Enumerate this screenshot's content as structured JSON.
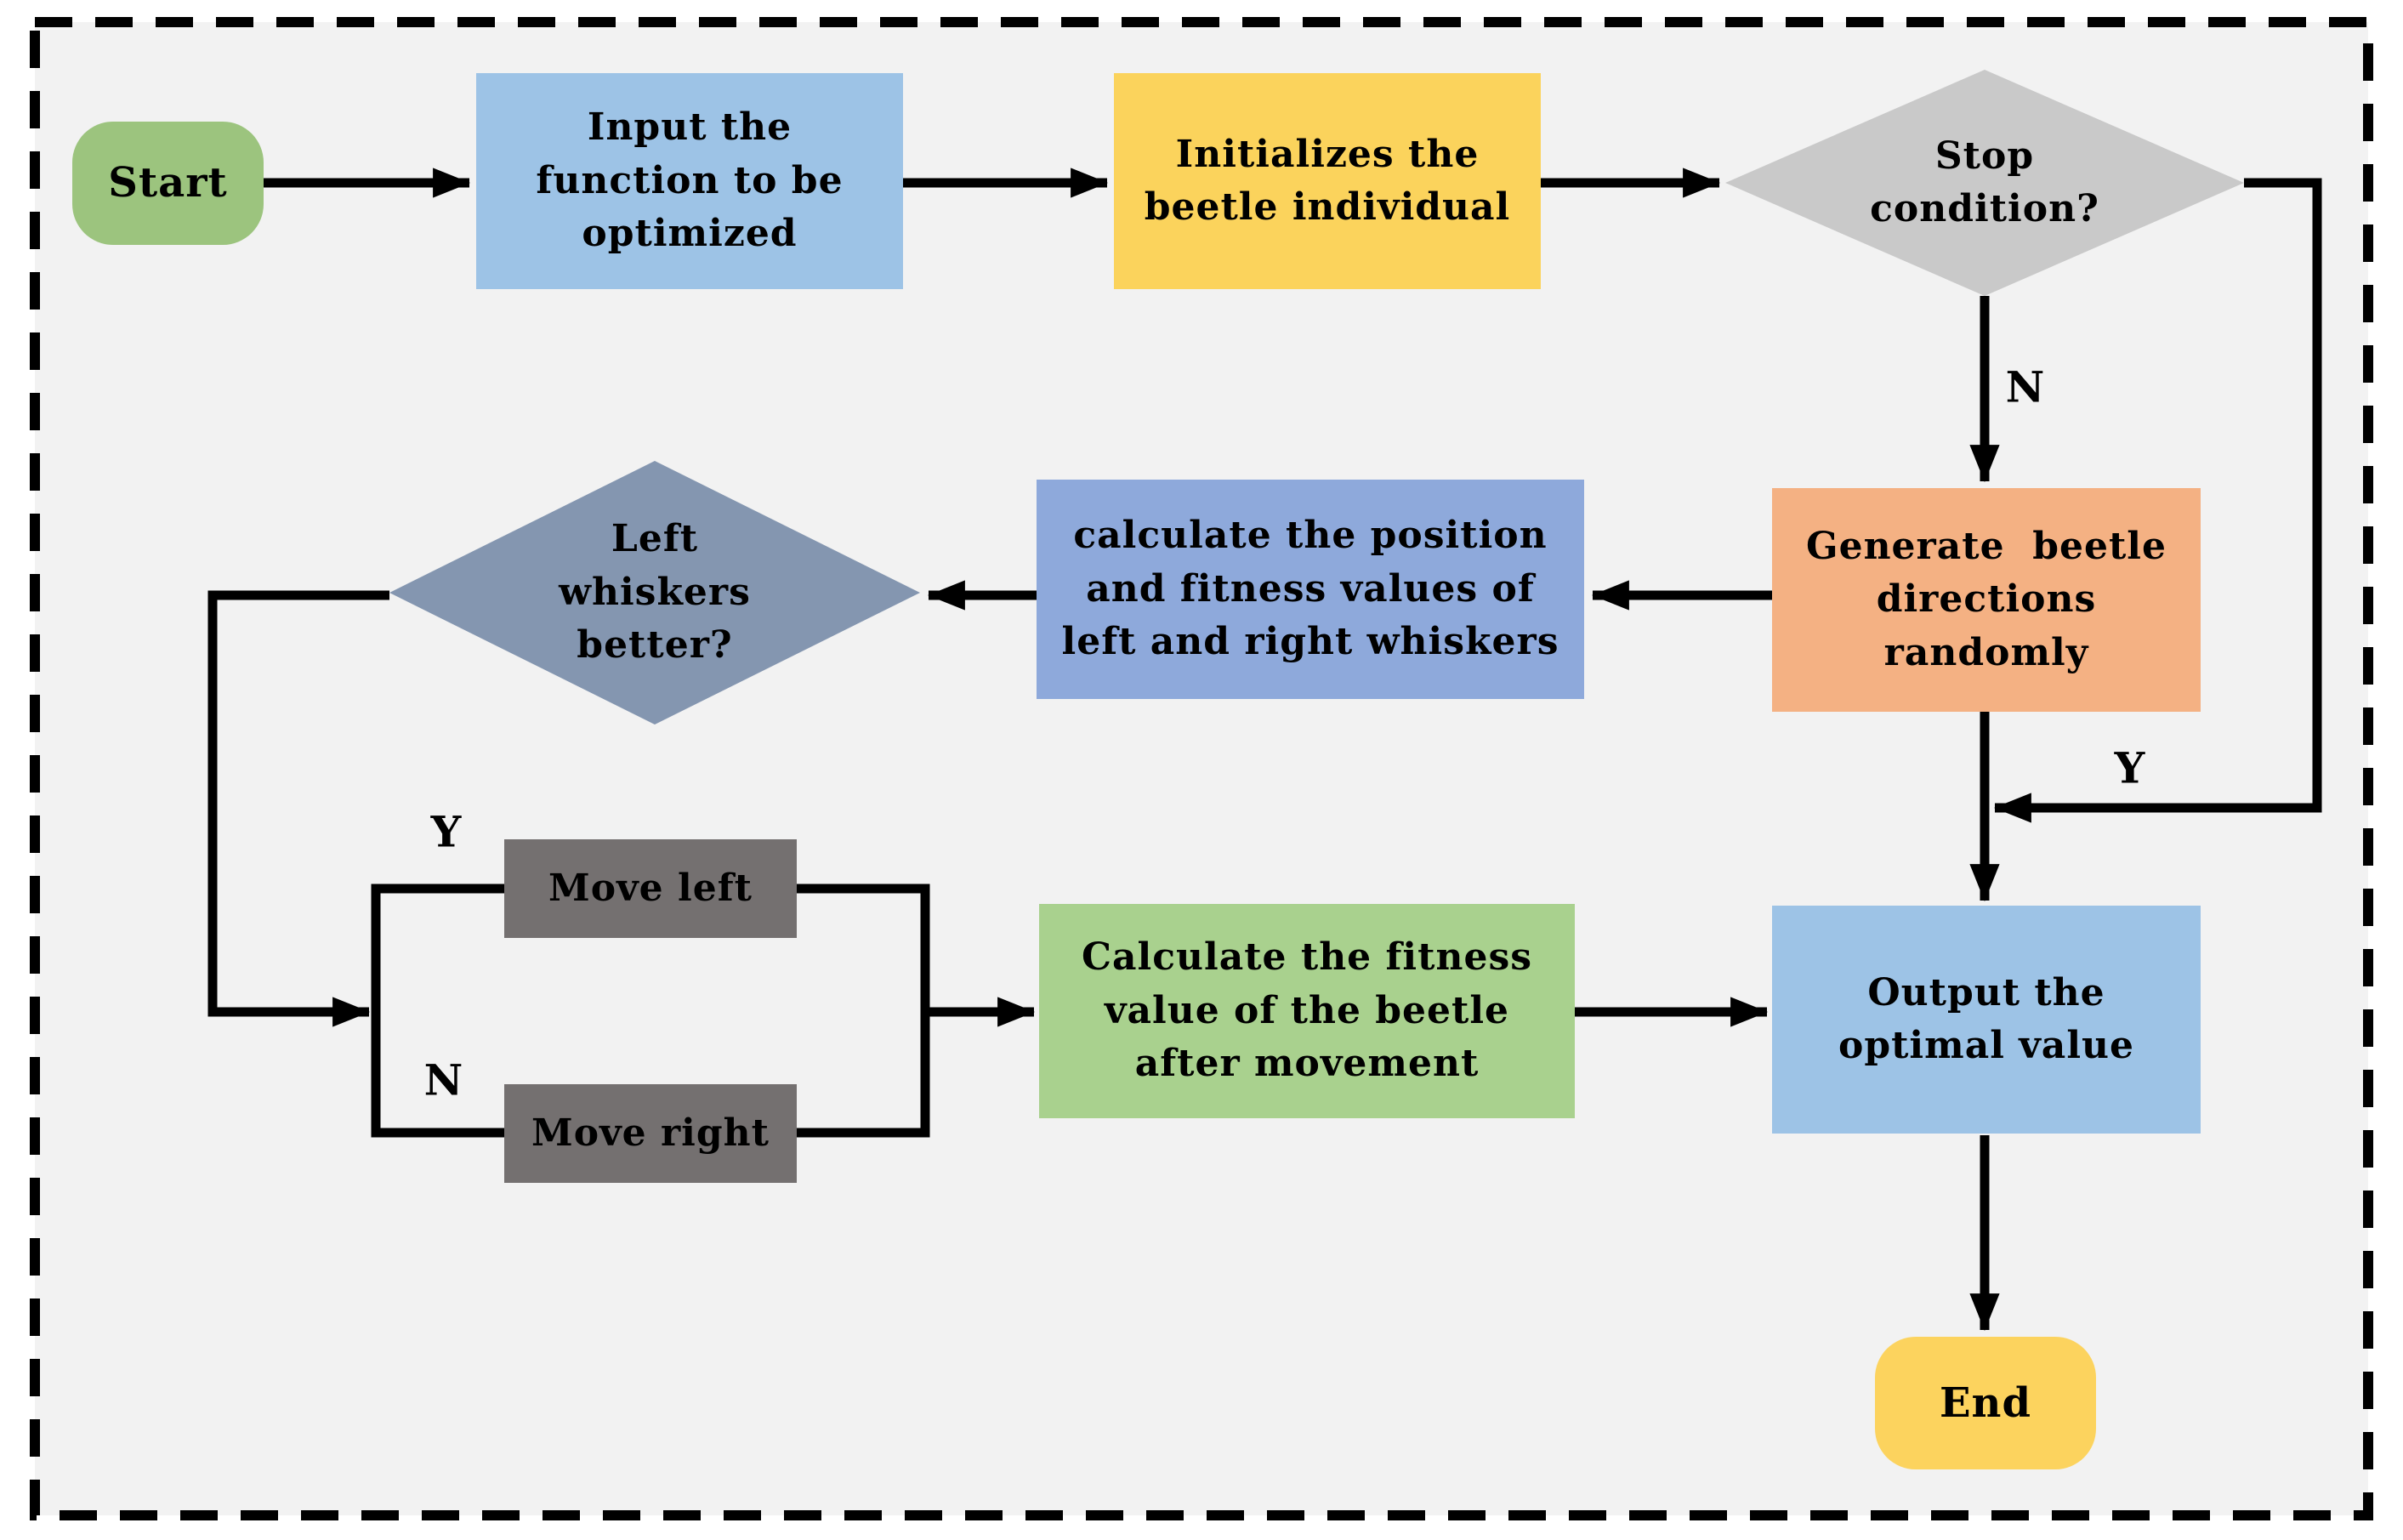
{
  "colors": {
    "page_background": "#ffffff",
    "canvas_background": "#f2f2f2",
    "border": "#000000",
    "connector": "#000000",
    "text": "#000000"
  },
  "nodes": {
    "start": {
      "label": "Start",
      "fill": "#9cc47e"
    },
    "input_function": {
      "label": "Input the\nfunction to be\noptimized",
      "fill": "#9dc3e6"
    },
    "initialize_beetle": {
      "label": "Initializes the\nbeetle individual",
      "fill": "#fbd35c"
    },
    "stop_condition": {
      "label": "Stop\ncondition?",
      "fill": "#c9c9c9"
    },
    "generate_directions": {
      "label": "Generate  beetle\ndirections\nrandomly",
      "fill": "#f4b183"
    },
    "calc_whiskers": {
      "label": "calculate the position\nand fitness values of\nleft and right whiskers",
      "fill": "#8ea9db"
    },
    "left_whiskers_better": {
      "label": "Left\nwhiskers\nbetter?",
      "fill": "#8496b0"
    },
    "move_left": {
      "label": "Move left",
      "fill": "#747070"
    },
    "move_right": {
      "label": "Move right",
      "fill": "#747070"
    },
    "calc_fitness": {
      "label": "Calculate the fitness\nvalue of the beetle\nafter movement",
      "fill": "#a9d18e"
    },
    "output_optimal": {
      "label": "Output the\noptimal value",
      "fill": "#9dc3e6"
    },
    "end": {
      "label": "End",
      "fill": "#fcd35e"
    }
  },
  "edge_labels": {
    "stop_condition_no": "N",
    "stop_condition_yes": "Y",
    "left_whiskers_yes": "Y",
    "left_whiskers_no": "N"
  }
}
